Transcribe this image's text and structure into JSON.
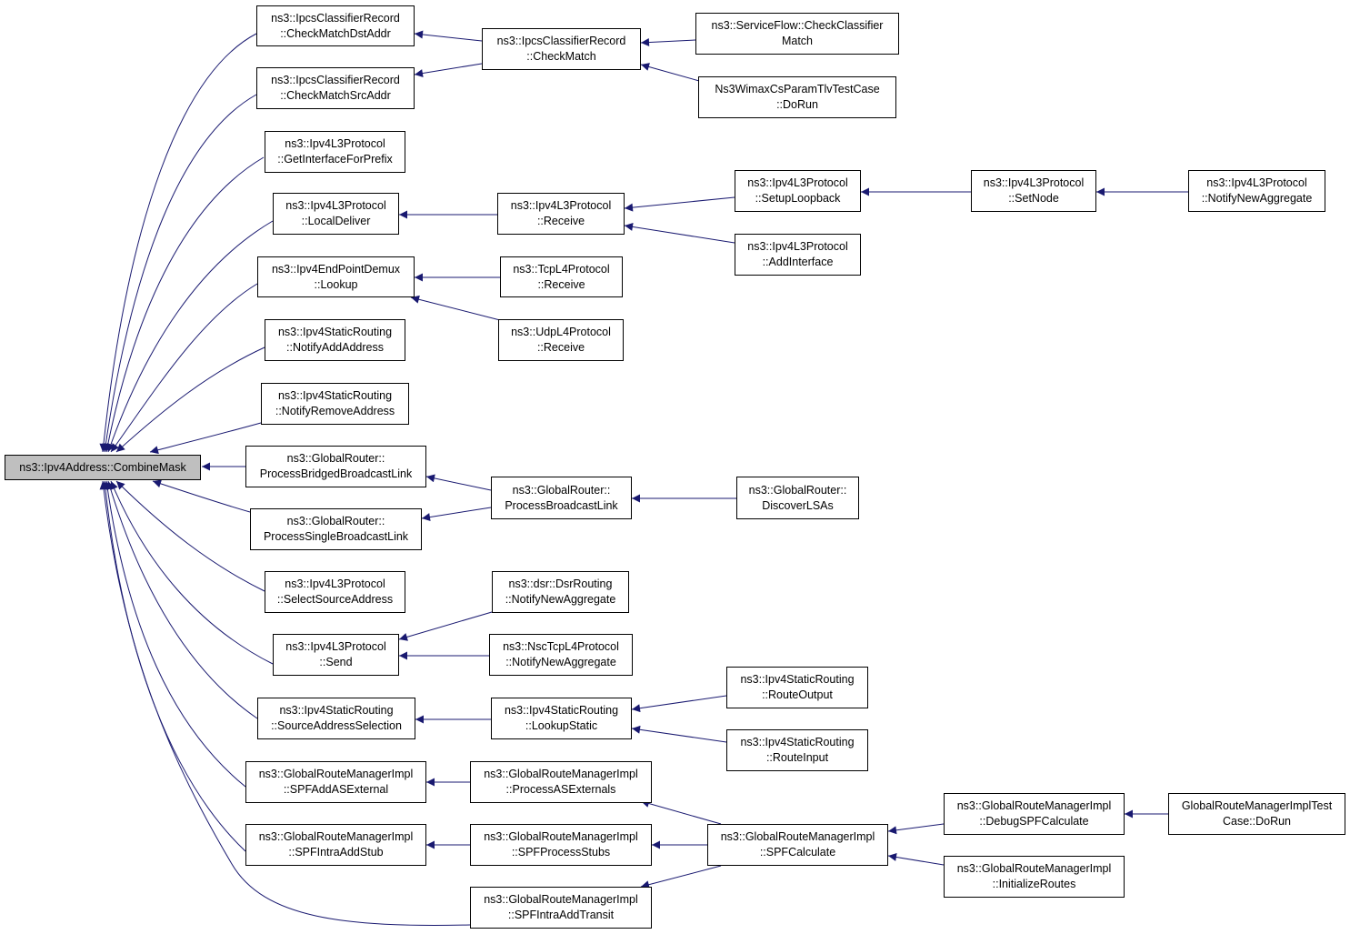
{
  "colors": {
    "edge": "#191970",
    "node_border": "#000000",
    "root_fill": "#bfbfbf",
    "node_fill": "#ffffff"
  },
  "nodes": {
    "combine": {
      "l1": "ns3::Ipv4Address::CombineMask",
      "l2": ""
    },
    "chkDst": {
      "l1": "ns3::IpcsClassifierRecord",
      "l2": "::CheckMatchDstAddr"
    },
    "chkSrc": {
      "l1": "ns3::IpcsClassifierRecord",
      "l2": "::CheckMatchSrcAddr"
    },
    "chkMatch": {
      "l1": "ns3::IpcsClassifierRecord",
      "l2": "::CheckMatch"
    },
    "sfCheck": {
      "l1": "ns3::ServiceFlow::CheckClassifier",
      "l2": "Match"
    },
    "wimaxRun": {
      "l1": "Ns3WimaxCsParamTlvTestCase",
      "l2": "::DoRun"
    },
    "getIf": {
      "l1": "ns3::Ipv4L3Protocol",
      "l2": "::GetInterfaceForPrefix"
    },
    "localDel": {
      "l1": "ns3::Ipv4L3Protocol",
      "l2": "::LocalDeliver"
    },
    "recv": {
      "l1": "ns3::Ipv4L3Protocol",
      "l2": "::Receive"
    },
    "setupLb": {
      "l1": "ns3::Ipv4L3Protocol",
      "l2": "::SetupLoopback"
    },
    "setNode": {
      "l1": "ns3::Ipv4L3Protocol",
      "l2": "::SetNode"
    },
    "notifyNA": {
      "l1": "ns3::Ipv4L3Protocol",
      "l2": "::NotifyNewAggregate"
    },
    "addIf": {
      "l1": "ns3::Ipv4L3Protocol",
      "l2": "::AddInterface"
    },
    "lookup": {
      "l1": "ns3::Ipv4EndPointDemux",
      "l2": "::Lookup"
    },
    "tcpRecv": {
      "l1": "ns3::TcpL4Protocol",
      "l2": "::Receive"
    },
    "udpRecv": {
      "l1": "ns3::UdpL4Protocol",
      "l2": "::Receive"
    },
    "notifyAdd": {
      "l1": "ns3::Ipv4StaticRouting",
      "l2": "::NotifyAddAddress"
    },
    "notifyRem": {
      "l1": "ns3::Ipv4StaticRouting",
      "l2": "::NotifyRemoveAddress"
    },
    "procBridged": {
      "l1": "ns3::GlobalRouter::",
      "l2": "ProcessBridgedBroadcastLink"
    },
    "procSingle": {
      "l1": "ns3::GlobalRouter::",
      "l2": "ProcessSingleBroadcastLink"
    },
    "procBcast": {
      "l1": "ns3::GlobalRouter::",
      "l2": "ProcessBroadcastLink"
    },
    "discover": {
      "l1": "ns3::GlobalRouter::",
      "l2": "DiscoverLSAs"
    },
    "selSrc": {
      "l1": "ns3::Ipv4L3Protocol",
      "l2": "::SelectSourceAddress"
    },
    "send": {
      "l1": "ns3::Ipv4L3Protocol",
      "l2": "::Send"
    },
    "dsrNotify": {
      "l1": "ns3::dsr::DsrRouting",
      "l2": "::NotifyNewAggregate"
    },
    "nscNotify": {
      "l1": "ns3::NscTcpL4Protocol",
      "l2": "::NotifyNewAggregate"
    },
    "srcSel": {
      "l1": "ns3::Ipv4StaticRouting",
      "l2": "::SourceAddressSelection"
    },
    "lookupStatic": {
      "l1": "ns3::Ipv4StaticRouting",
      "l2": "::LookupStatic"
    },
    "routeOut": {
      "l1": "ns3::Ipv4StaticRouting",
      "l2": "::RouteOutput"
    },
    "routeIn": {
      "l1": "ns3::Ipv4StaticRouting",
      "l2": "::RouteInput"
    },
    "spfAddAS": {
      "l1": "ns3::GlobalRouteManagerImpl",
      "l2": "::SPFAddASExternal"
    },
    "procASExt": {
      "l1": "ns3::GlobalRouteManagerImpl",
      "l2": "::ProcessASExternals"
    },
    "spfStub": {
      "l1": "ns3::GlobalRouteManagerImpl",
      "l2": "::SPFIntraAddStub"
    },
    "spfProcStubs": {
      "l1": "ns3::GlobalRouteManagerImpl",
      "l2": "::SPFProcessStubs"
    },
    "spfCalc": {
      "l1": "ns3::GlobalRouteManagerImpl",
      "l2": "::SPFCalculate"
    },
    "debugSpf": {
      "l1": "ns3::GlobalRouteManagerImpl",
      "l2": "::DebugSPFCalculate"
    },
    "grmTest": {
      "l1": "GlobalRouteManagerImplTest",
      "l2": "Case::DoRun"
    },
    "initRoutes": {
      "l1": "ns3::GlobalRouteManagerImpl",
      "l2": "::InitializeRoutes"
    },
    "spfTransit": {
      "l1": "ns3::GlobalRouteManagerImpl",
      "l2": "::SPFIntraAddTransit"
    }
  }
}
